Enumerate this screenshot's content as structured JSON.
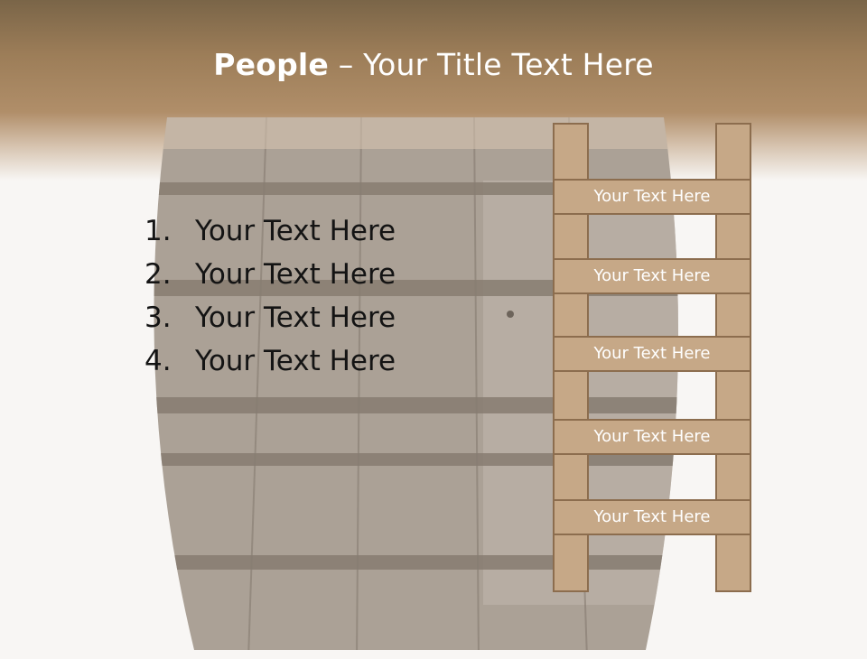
{
  "title": {
    "bold": "People",
    "rest": " – Your Title Text Here"
  },
  "list": [
    {
      "num": "1.",
      "text": "Your Text Here"
    },
    {
      "num": "2.",
      "text": "Your Text Here"
    },
    {
      "num": "3.",
      "text": "Your Text Here"
    },
    {
      "num": "4.",
      "text": "Your Text Here"
    }
  ],
  "ladder": [
    "Your Text Here",
    "Your Text Here",
    "Your Text Here",
    "Your Text Here",
    "Your Text Here"
  ],
  "colors": {
    "header": "#9c7d58",
    "ladder_fill": "#c6a887",
    "ladder_border": "#8c6d4e",
    "background": "#f8f6f4"
  }
}
